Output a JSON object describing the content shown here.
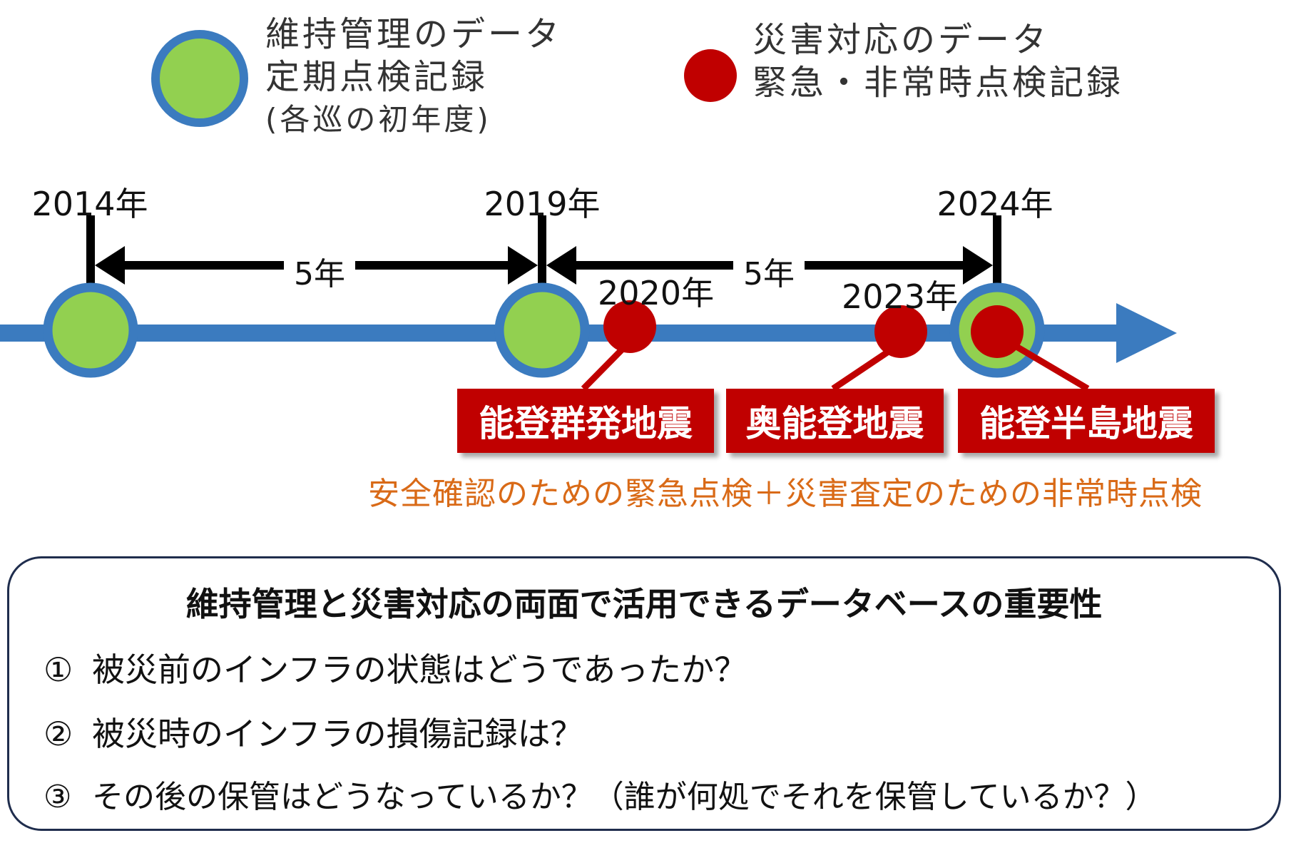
{
  "legend": {
    "maintenance": {
      "line1": "維持管理のデータ",
      "line2": "定期点検記録",
      "line3": "(各巡の初年度)",
      "color": "#92d050",
      "border_color": "#3b7bbf"
    },
    "disaster": {
      "line1": "災害対応のデータ",
      "line2": "緊急・非常時点検記録",
      "color": "#c00000"
    }
  },
  "timeline": {
    "line_color": "#3b7bbf",
    "milestones": [
      {
        "year": "2014年"
      },
      {
        "year": "2019年"
      },
      {
        "year": "2024年"
      }
    ],
    "spans": [
      {
        "label": "5年"
      },
      {
        "label": "5年"
      }
    ],
    "disaster_years": [
      "2020年",
      "2023年"
    ]
  },
  "events": [
    {
      "label": "能登群発地震"
    },
    {
      "label": "奥能登地震"
    },
    {
      "label": "能登半島地震"
    }
  ],
  "event_note": "安全確認のための緊急点検＋災害査定のための非常時点検",
  "panel": {
    "title": "維持管理と災害対応の両面で活用できるデータベースの重要性",
    "items": [
      {
        "num": "①",
        "text": "被災前のインフラの状態はどうであったか？"
      },
      {
        "num": "②",
        "text": "被災時のインフラの損傷記録は？"
      },
      {
        "num": "③",
        "text": "その後の保管はどうなっているか？（誰が何処でそれを保管しているか？）"
      }
    ]
  }
}
